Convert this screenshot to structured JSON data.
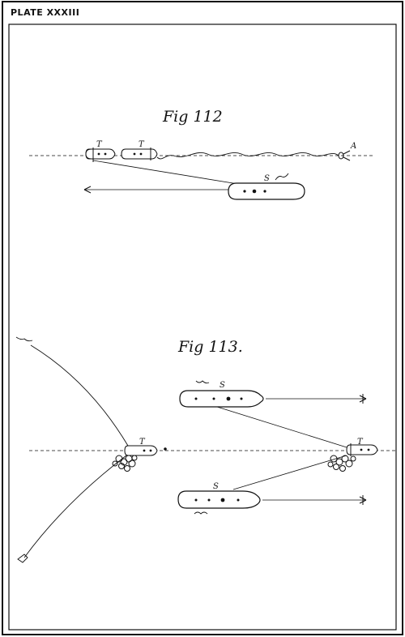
{
  "plate": {
    "title": "PLATE XXXIII"
  },
  "fig112": {
    "title": "Fig 112",
    "labels": {
      "torpedo_1": "T",
      "torpedo_2": "T",
      "ship": "S",
      "anchor": "A"
    }
  },
  "fig113": {
    "title": "Fig 113.",
    "labels": {
      "torpedo_left": "T",
      "ship_upper": "S",
      "torpedo_right": "T",
      "ship_lower": "S"
    }
  }
}
